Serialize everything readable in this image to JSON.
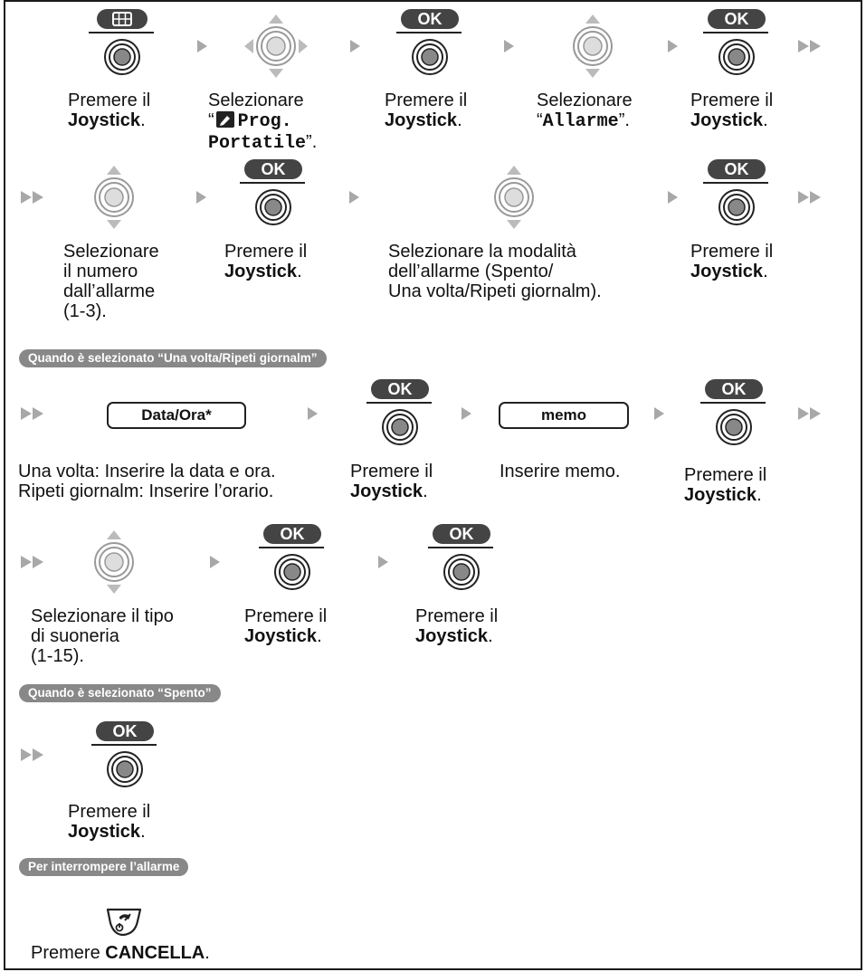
{
  "icons": {
    "menu_key": "menu-key-icon",
    "joystick": "joystick-icon",
    "joystick_4way": "joystick-4way-icon",
    "joystick_updown": "joystick-updown-icon",
    "arrow": "arrow-right-icon",
    "double_arrow": "double-arrow-right-icon",
    "cancel": "cancel-key-icon",
    "prog_handset": "prog-handset-icon"
  },
  "ok_label": "OK",
  "common": {
    "press": "Premere il",
    "joystick": "Joystick",
    "period": "."
  },
  "row1": {
    "select": "Selezionare",
    "prog_open_quote": "“",
    "prog_line1": "Prog.",
    "prog_line2": "Portatile",
    "prog_close": "”.",
    "allarme_open": "“",
    "allarme": "Allarme",
    "allarme_close": "”."
  },
  "row2": {
    "sel_num_lines": [
      "Selezionare",
      "il numero",
      "dall’allarme",
      "(1-3)."
    ],
    "sel_mode_lines": [
      "Selezionare la modalità",
      "dell’allarme (Spento/",
      "Una volta/Ripeti giornalm)."
    ]
  },
  "section_once": "Quando è selezionato “Una volta/Ripeti giornalm”",
  "row3": {
    "softkey_date": "Data/Ora*",
    "softkey_memo": "memo",
    "date_lines": [
      "Una volta: Inserire la data e ora.",
      "Ripeti giornalm: Inserire l’orario."
    ],
    "memo_caption": "Inserire memo."
  },
  "row4": {
    "ringer_lines": [
      "Selezionare il tipo",
      "di suoneria",
      "(1-15)."
    ]
  },
  "section_off": "Quando è selezionato “Spento”",
  "section_stop": "Per interrompere l’allarme",
  "cancel": {
    "press": "Premere ",
    "key": "CANCELLA",
    "period": "."
  }
}
